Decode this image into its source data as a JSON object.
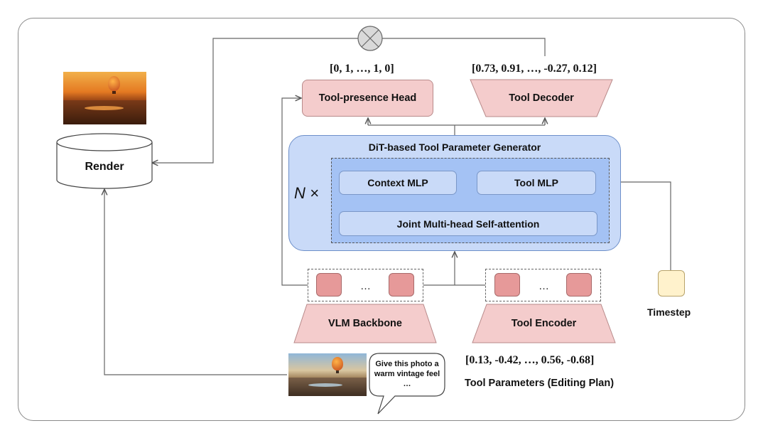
{
  "diagram": {
    "render_label": "Render",
    "tool_presence_head": {
      "label": "Tool-presence Head",
      "output": "[0, 1, …, 1, 0]"
    },
    "tool_decoder": {
      "label": "Tool Decoder",
      "output": "[0.73, 0.91, …, -0.27, 0.12]"
    },
    "generator": {
      "title": "DiT-based Tool Parameter Generator",
      "repeat": "N ×",
      "context_mlp": "Context MLP",
      "tool_mlp": "Tool MLP",
      "attention": "Joint Multi-head Self-attention"
    },
    "vlm_backbone": "VLM Backbone",
    "tool_encoder": "Tool Encoder",
    "token_ellipsis": "…",
    "timestep": "Timestep",
    "input_params": "[0.13, -0.42, …, 0.56, -0.68]",
    "params_caption": "Tool Parameters (Editing Plan)",
    "speech_bubble": "Give this photo a warm vintage feel …"
  },
  "colors": {
    "pink_box": "#f4cccc",
    "token": "#e69999",
    "generator_outer": "#c9daf8",
    "generator_inner": "#a4c2f4",
    "timestep": "#fff2cc"
  }
}
